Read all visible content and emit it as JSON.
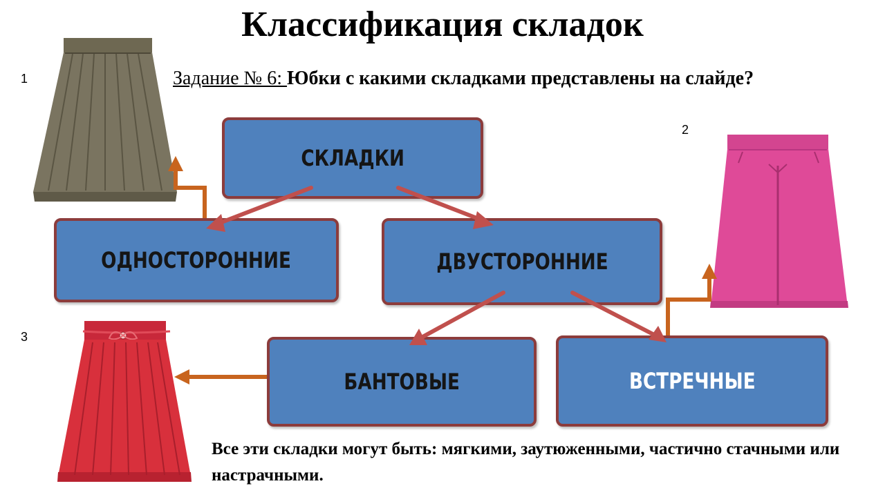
{
  "title": "Классификация складок",
  "task": {
    "label": "Задание № 6: ",
    "text": "Юбки с какими складками представлены на слайде?"
  },
  "numbers": [
    "1",
    "2",
    "3"
  ],
  "boxes": {
    "root": "СКЛАДКИ",
    "one_sided": "ОДНОСТОРОННИЕ",
    "two_sided": "ДВУСТОРОННИЕ",
    "bow": "БАНТОВЫЕ",
    "counter": "ВСТРЕЧНЫЕ"
  },
  "note": "Все эти складки могут быть: мягкими, заутюженными, частично стачными или настрачными.",
  "colors": {
    "box_fill": "#4f81bd",
    "box_border": "#8c3c3c",
    "arrow_red": "#c0504d",
    "arrow_orange": "#c8641e",
    "skirt_olive": "#7a7460",
    "skirt_pink": "#df4a98",
    "skirt_red": "#d8303c"
  },
  "images": [
    "pleated-olive-skirt",
    "pink-counter-pleat-skirt",
    "red-box-pleat-skirt"
  ]
}
